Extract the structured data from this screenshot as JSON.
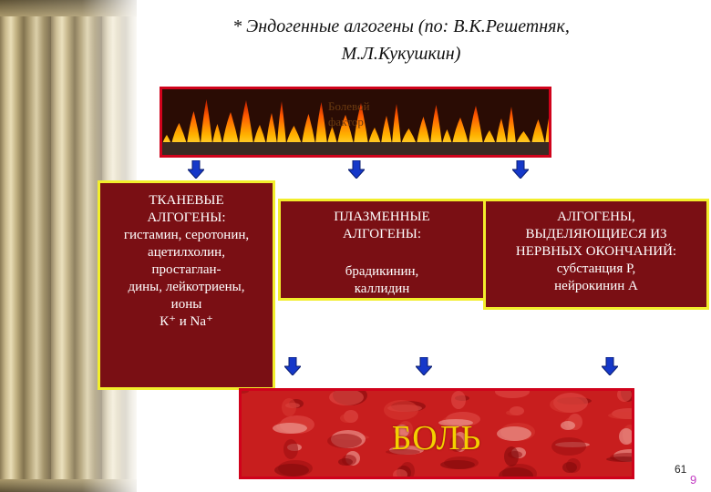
{
  "title": {
    "line1": "* Эндогенные алгогены (по: В.К.Решетняк,",
    "line2": "М.Л.Кукушкин)"
  },
  "pain_factor": {
    "line1": "Болевой",
    "line2": "фактор"
  },
  "tissue": {
    "lines": [
      "ТКАНЕВЫЕ",
      "АЛГОГЕНЫ:",
      "гистамин, серотонин,",
      "ацетилхолин,",
      "простаглан-",
      "дины, лейкотриены,",
      "ионы",
      "К⁺ и Na⁺"
    ]
  },
  "plasma": {
    "head": [
      "ПЛАЗМЕННЫЕ",
      "АЛГОГЕНЫ:"
    ],
    "items": [
      "брадикинин,",
      "каллидин"
    ]
  },
  "nerve": {
    "lines": [
      "АЛГОГЕНЫ,",
      "ВЫДЕЛЯЮЩИЕСЯ ИЗ",
      "НЕРВНЫХ ОКОНЧАНИЙ:",
      "субстанция Р,",
      "нейрокинин А"
    ]
  },
  "pain": {
    "label": "БОЛЬ"
  },
  "page": {
    "number": "61",
    "sub": "9"
  },
  "colors": {
    "box_fill": "#7a0f14",
    "box_border": "#f2ee2c",
    "frame_red": "#d0021b",
    "arrow_blue": "#1538c9",
    "pain_text": "#f4d000"
  },
  "icons": [
    "down-arrow-icon",
    "flame-decoration",
    "pillar-decoration"
  ]
}
